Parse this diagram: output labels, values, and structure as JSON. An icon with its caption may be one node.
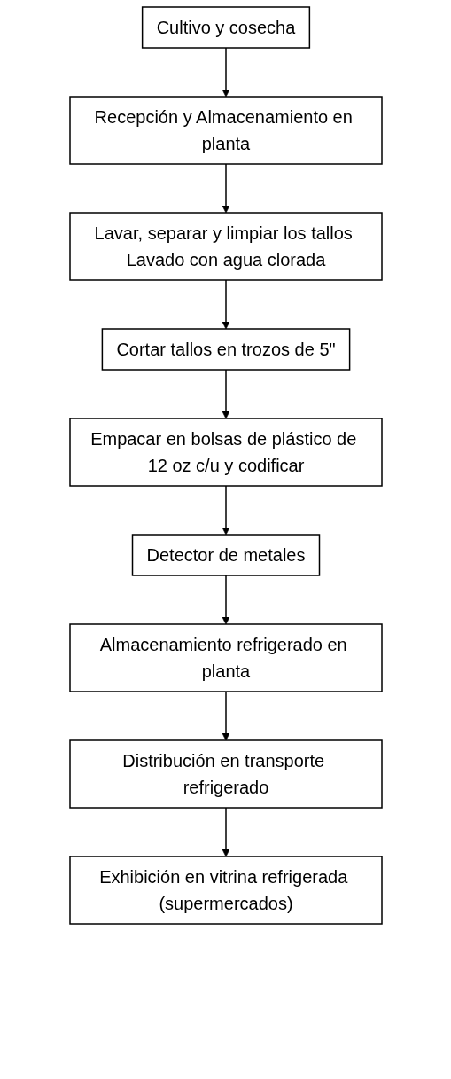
{
  "diagram": {
    "nodes": [
      {
        "text": [
          "Cultivo y cosecha"
        ]
      },
      {
        "text": [
          "Recepción y Almacenamiento en planta"
        ]
      },
      {
        "text": [
          "Lavar, separar y limpiar los tallos Lavado con agua clorada"
        ]
      },
      {
        "text": [
          "Cortar tallos en trozos de 5\""
        ]
      },
      {
        "text": [
          "Empacar en bolsas de plástico de 12 oz c/u y codificar"
        ]
      },
      {
        "text": [
          "Detector de metales"
        ]
      },
      {
        "text": [
          "Almacenamiento refrigerado en planta"
        ]
      },
      {
        "text": [
          "Distribución en transporte refrigerado"
        ]
      },
      {
        "text": [
          "Exhibición en vitrina refrigerada (supermercados)"
        ]
      }
    ],
    "edges": [
      {
        "from": 0,
        "to": 1,
        "arrow": "to"
      },
      {
        "from": 1,
        "to": 2,
        "arrow": "to"
      },
      {
        "from": 2,
        "to": 3,
        "arrow": "to"
      },
      {
        "from": 3,
        "to": 4,
        "arrow": "to"
      },
      {
        "from": 4,
        "to": 5,
        "arrow": "to"
      },
      {
        "from": 5,
        "to": 6,
        "arrow": "to"
      },
      {
        "from": 6,
        "to": 7,
        "arrow": "to"
      },
      {
        "from": 7,
        "to": 8,
        "arrow": "to"
      }
    ]
  }
}
